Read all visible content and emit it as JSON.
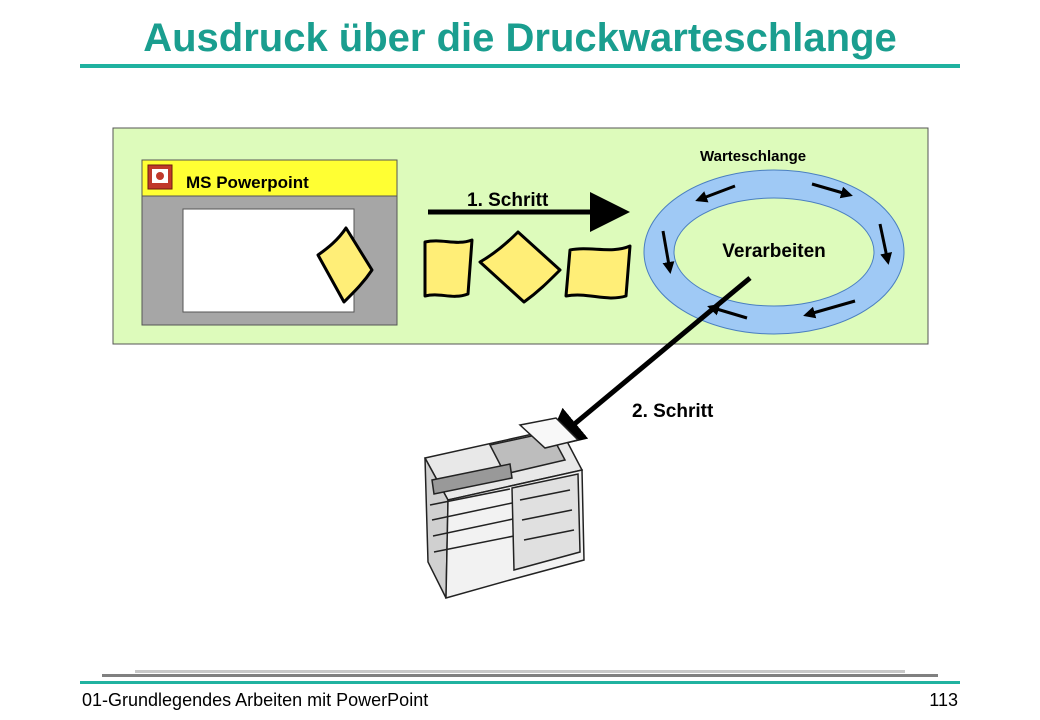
{
  "slide": {
    "title": "Ausdruck über die Druckwarteschlange",
    "footer_left": "01-Grundlegendes Arbeiten mit PowerPoint",
    "page_number": "113"
  },
  "diagram": {
    "app_window_title": "MS Powerpoint",
    "queue_label": "Warteschlange",
    "process_label": "Verarbeiten",
    "step1_label": "1. Schritt",
    "step2_label": "2. Schritt"
  },
  "colors": {
    "accent": "#1a9e8f",
    "panel_fill": "#ddfbbb",
    "window_title_fill": "#ffff33",
    "window_body_fill": "#a6a6a6",
    "paper_fill": "#ffee77",
    "queue_ring_fill": "#9fc9f5"
  },
  "icons": {
    "app_icon": "powerpoint-icon",
    "printer": "printer-icon"
  }
}
